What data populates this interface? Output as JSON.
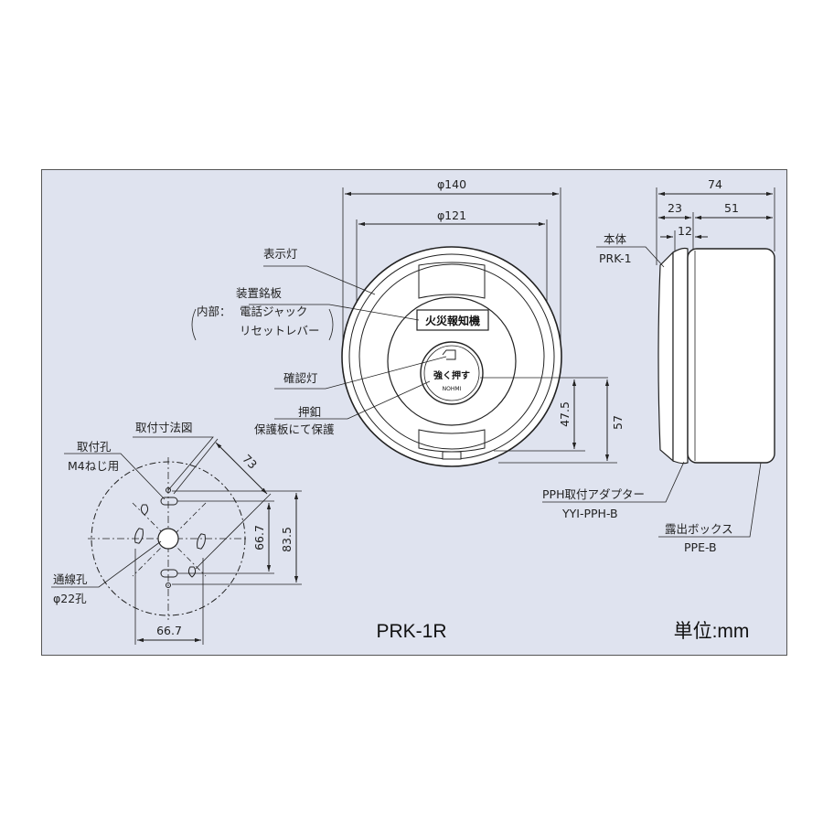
{
  "model": "PRK-1R",
  "unit_label": "単位:mm",
  "front": {
    "dim_outer": "φ140",
    "dim_inner": "φ121",
    "dim_47": "47.5",
    "dim_57": "57",
    "nameplate_text": "火災報知機",
    "button_text": "強く押す",
    "button_subtext": "NOHMI"
  },
  "labels": {
    "indicator_lamp": "表示灯",
    "nameplate": "装置銘板",
    "inside_prefix": "内部：",
    "phone_jack": "電話ジャック",
    "reset_lever": "リセットレバー",
    "confirm_lamp": "確認灯",
    "button": "押釦",
    "button_protect": "保護板にて保護"
  },
  "side": {
    "dim_74": "74",
    "dim_23": "23",
    "dim_51": "51",
    "dim_12": "12",
    "body_label": "本体",
    "body_model": "PRK-1",
    "adapter_label": "PPH取付アダプター",
    "adapter_model": "YYI-PPH-B",
    "box_label": "露出ボックス",
    "box_model": "PPE-B"
  },
  "mount": {
    "title": "取付寸法図",
    "hole_label": "取付孔",
    "hole_spec": "M4ねじ用",
    "wire_hole_label": "通線孔",
    "wire_hole_spec": "φ22孔",
    "dim_73": "73",
    "dim_667_v": "66.7",
    "dim_835": "83.5",
    "dim_667_h": "66.7"
  },
  "colors": {
    "panel": "#dfe3ef",
    "line": "#222222"
  }
}
